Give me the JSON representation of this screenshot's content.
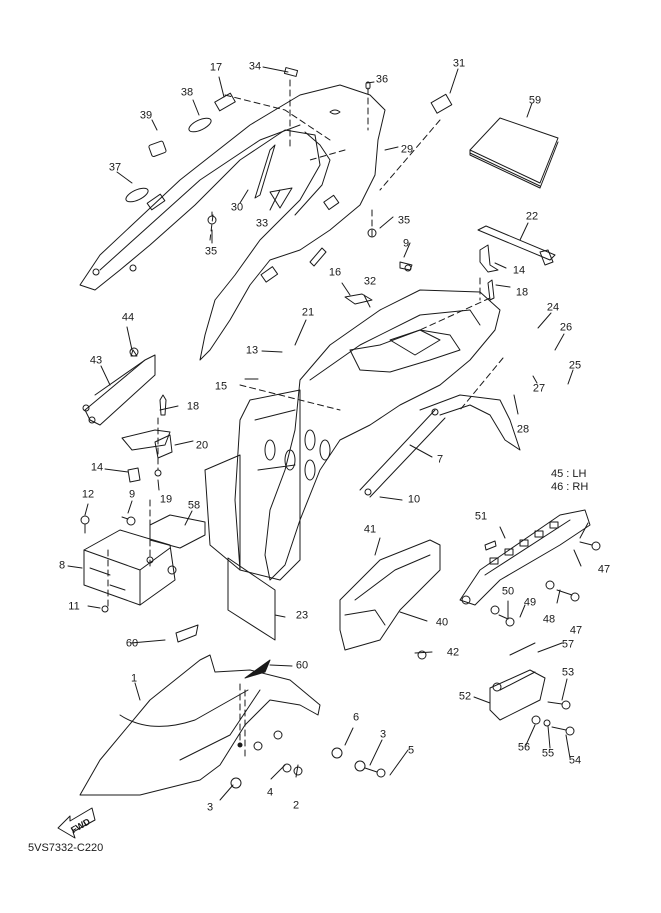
{
  "diagram": {
    "type": "exploded-parts-diagram",
    "subject": "rear fender / front fender / seat cowl assembly",
    "reference_code": "5VS7332-C220",
    "direction_marker": "FWD",
    "side_note": {
      "line1": "45 : LH",
      "line2": "46 : RH"
    },
    "colors": {
      "line": "#1a1a1a",
      "background": "#ffffff"
    }
  },
  "callouts": [
    {
      "id": "c1",
      "text": "1"
    },
    {
      "id": "c2",
      "text": "2"
    },
    {
      "id": "c3a",
      "text": "3"
    },
    {
      "id": "c3b",
      "text": "3"
    },
    {
      "id": "c4",
      "text": "4"
    },
    {
      "id": "c5",
      "text": "5"
    },
    {
      "id": "c6",
      "text": "6"
    },
    {
      "id": "c7",
      "text": "7"
    },
    {
      "id": "c8",
      "text": "8"
    },
    {
      "id": "c9a",
      "text": "9"
    },
    {
      "id": "c9b",
      "text": "9"
    },
    {
      "id": "c10",
      "text": "10"
    },
    {
      "id": "c11",
      "text": "11"
    },
    {
      "id": "c12",
      "text": "12"
    },
    {
      "id": "c13",
      "text": "13"
    },
    {
      "id": "c14a",
      "text": "14"
    },
    {
      "id": "c14b",
      "text": "14"
    },
    {
      "id": "c15",
      "text": "15"
    },
    {
      "id": "c16",
      "text": "16"
    },
    {
      "id": "c17",
      "text": "17"
    },
    {
      "id": "c18a",
      "text": "18"
    },
    {
      "id": "c18b",
      "text": "18"
    },
    {
      "id": "c19",
      "text": "19"
    },
    {
      "id": "c20",
      "text": "20"
    },
    {
      "id": "c21",
      "text": "21"
    },
    {
      "id": "c22",
      "text": "22"
    },
    {
      "id": "c23",
      "text": "23"
    },
    {
      "id": "c24",
      "text": "24"
    },
    {
      "id": "c25",
      "text": "25"
    },
    {
      "id": "c26",
      "text": "26"
    },
    {
      "id": "c27",
      "text": "27"
    },
    {
      "id": "c28",
      "text": "28"
    },
    {
      "id": "c29",
      "text": "29"
    },
    {
      "id": "c30",
      "text": "30"
    },
    {
      "id": "c31",
      "text": "31"
    },
    {
      "id": "c32",
      "text": "32"
    },
    {
      "id": "c33",
      "text": "33"
    },
    {
      "id": "c34",
      "text": "34"
    },
    {
      "id": "c35a",
      "text": "35"
    },
    {
      "id": "c35b",
      "text": "35"
    },
    {
      "id": "c36",
      "text": "36"
    },
    {
      "id": "c37",
      "text": "37"
    },
    {
      "id": "c38",
      "text": "38"
    },
    {
      "id": "c39",
      "text": "39"
    },
    {
      "id": "c40",
      "text": "40"
    },
    {
      "id": "c41",
      "text": "41"
    },
    {
      "id": "c42",
      "text": "42"
    },
    {
      "id": "c43",
      "text": "43"
    },
    {
      "id": "c44",
      "text": "44"
    },
    {
      "id": "c47a",
      "text": "47"
    },
    {
      "id": "c47b",
      "text": "47"
    },
    {
      "id": "c48",
      "text": "48"
    },
    {
      "id": "c49",
      "text": "49"
    },
    {
      "id": "c50",
      "text": "50"
    },
    {
      "id": "c51",
      "text": "51"
    },
    {
      "id": "c52",
      "text": "52"
    },
    {
      "id": "c53",
      "text": "53"
    },
    {
      "id": "c54",
      "text": "54"
    },
    {
      "id": "c55",
      "text": "55"
    },
    {
      "id": "c56",
      "text": "56"
    },
    {
      "id": "c57",
      "text": "57"
    },
    {
      "id": "c58",
      "text": "58"
    },
    {
      "id": "c59",
      "text": "59"
    },
    {
      "id": "c60a",
      "text": "60"
    },
    {
      "id": "c60b",
      "text": "60"
    }
  ]
}
